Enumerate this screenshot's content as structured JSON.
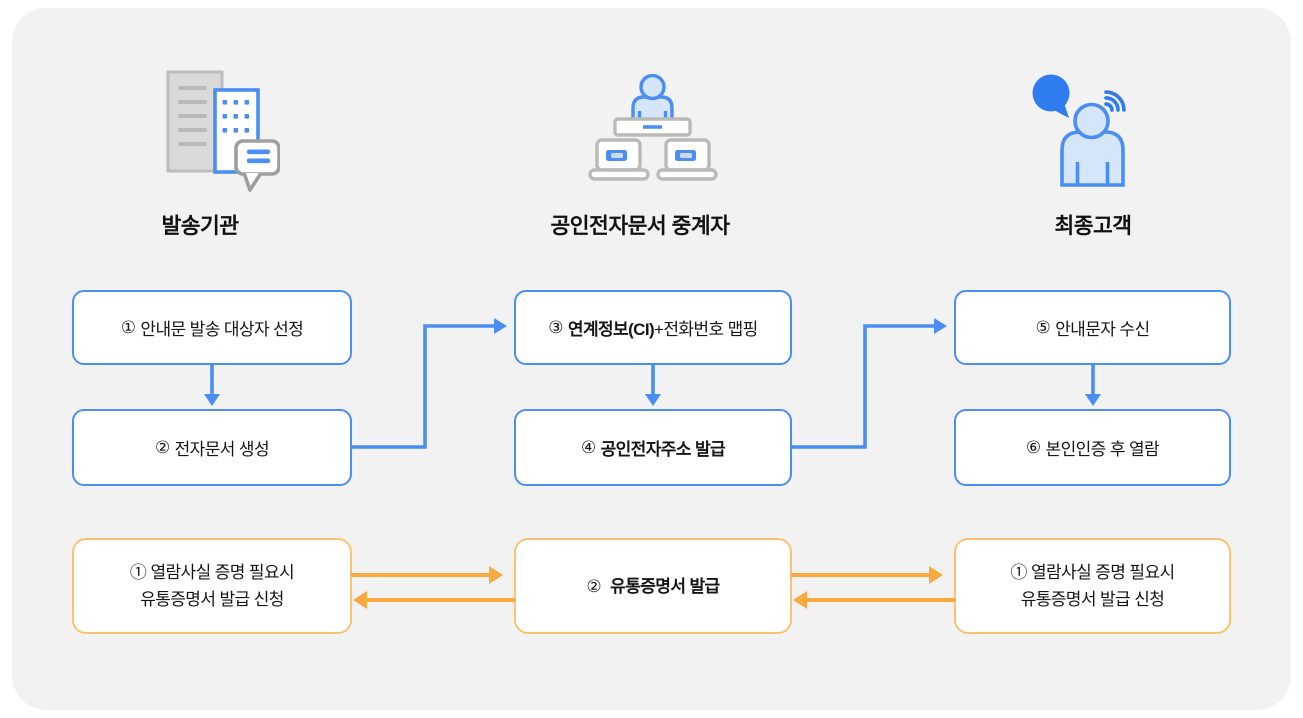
{
  "diagram": {
    "columns": [
      {
        "label": "발송기관",
        "icon": "building-icon"
      },
      {
        "label": "공인전자문서 중계자",
        "icon": "relay-operator-icon"
      },
      {
        "label": "최종고객",
        "icon": "end-customer-icon"
      }
    ],
    "main_flow": {
      "steps": [
        {
          "num": "①",
          "text": "안내문 발송 대상자 선정"
        },
        {
          "num": "②",
          "text": "전자문서 생성"
        },
        {
          "num": "③",
          "bold": "연계정보(CI)",
          "text": "+전화번호 맵핑"
        },
        {
          "num": "④",
          "bold": "공인전자주소 발급",
          "text": ""
        },
        {
          "num": "⑤",
          "text": "안내문자 수신"
        },
        {
          "num": "⑥",
          "text": "본인인증 후 열람"
        }
      ]
    },
    "certificate_flow": {
      "boxes": [
        {
          "line1": "① 열람사실 증명 필요시",
          "line2": "유통증명서 발급 신청"
        },
        {
          "num": "②",
          "bold": "유통증명서 발급"
        },
        {
          "line1": "① 열람사실 증명 필요시",
          "line2": "유통증명서 발급 신청"
        }
      ]
    }
  },
  "colors": {
    "panel_bg": "#f2f2f3",
    "process_blue": "#4a8df3",
    "icon_light_blue": "#d5e6fb",
    "bubble_blue": "#2e7cef",
    "icon_gray": "#b9b9b9",
    "building_gray_fill": "#dadada",
    "certificate_orange_border": "#fac272",
    "certificate_orange_arrow": "#f9a940",
    "box_bg": "#ffffff",
    "text": "#161616"
  }
}
